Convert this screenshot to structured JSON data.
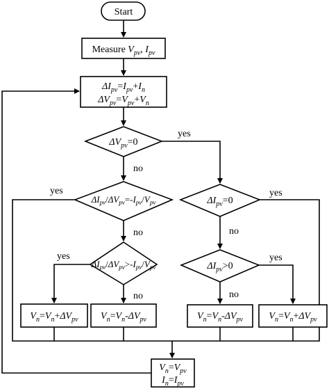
{
  "flowchart": {
    "start": "Start",
    "measure": {
      "prefix": "Measure ",
      "v": "V",
      "v_sub": "pv",
      "sep": ", ",
      "i": "I",
      "i_sub": "pv"
    },
    "update": {
      "line1": {
        "a": "ΔI",
        "a_sub": "pv",
        "eq": "=",
        "b": "I",
        "b_sub": "pv",
        "op": "+",
        "c": "I",
        "c_sub": "n"
      },
      "line2": {
        "a": "ΔV",
        "a_sub": "pv",
        "eq": "=",
        "b": "V",
        "b_sub": "pv",
        "op": "+",
        "c": "V",
        "c_sub": "n"
      }
    },
    "decision_dv_zero": {
      "a": "ΔV",
      "a_sub": "pv",
      "rest": "=0"
    },
    "decision_di_eq": {
      "a": "ΔI",
      "a_sub": "pv",
      "s1": "/",
      "b": "ΔV",
      "b_sub": "pv",
      "s2": "=-",
      "c": "I",
      "c_sub": "pv",
      "s3": "/",
      "d": "V",
      "d_sub": "pv"
    },
    "decision_di_gt": {
      "a": "ΔI",
      "a_sub": "pv",
      "s1": "/",
      "b": "ΔV",
      "b_sub": "pv",
      "s2": ">-",
      "c": "I",
      "c_sub": "pv",
      "s3": "/",
      "d": "V",
      "d_sub": "pv"
    },
    "decision_di_zero": {
      "a": "ΔI",
      "a_sub": "pv",
      "rest": "=0"
    },
    "decision_di_pos": {
      "a": "ΔI",
      "a_sub": "pv",
      "rest": ">0"
    },
    "box_left_inc": {
      "a": "V",
      "a_sub": "n",
      "eq": "=",
      "b": "V",
      "b_sub": "n",
      "op": "+",
      "c": "ΔV",
      "c_sub": "pv"
    },
    "box_left_dec": {
      "a": "V",
      "a_sub": "n",
      "eq": "=",
      "b": "V",
      "b_sub": "n",
      "op": "-",
      "c": "ΔV",
      "c_sub": "pv"
    },
    "box_right_dec": {
      "a": "V",
      "a_sub": "n",
      "eq": "=",
      "b": "V",
      "b_sub": "n",
      "op": "-",
      "c": "ΔV",
      "c_sub": "pv"
    },
    "box_right_inc": {
      "a": "V",
      "a_sub": "n",
      "eq": "=",
      "b": "V",
      "b_sub": "n",
      "op": "+",
      "c": "ΔV",
      "c_sub": "pv"
    },
    "final": {
      "line1": {
        "a": "V",
        "a_sub": "n",
        "eq": "=",
        "b": "V",
        "b_sub": "pv"
      },
      "line2": {
        "a": "I",
        "a_sub": "n",
        "eq": "=",
        "b": "I",
        "b_sub": "pv"
      }
    },
    "labels": {
      "yes": "yes",
      "no": "no"
    }
  }
}
